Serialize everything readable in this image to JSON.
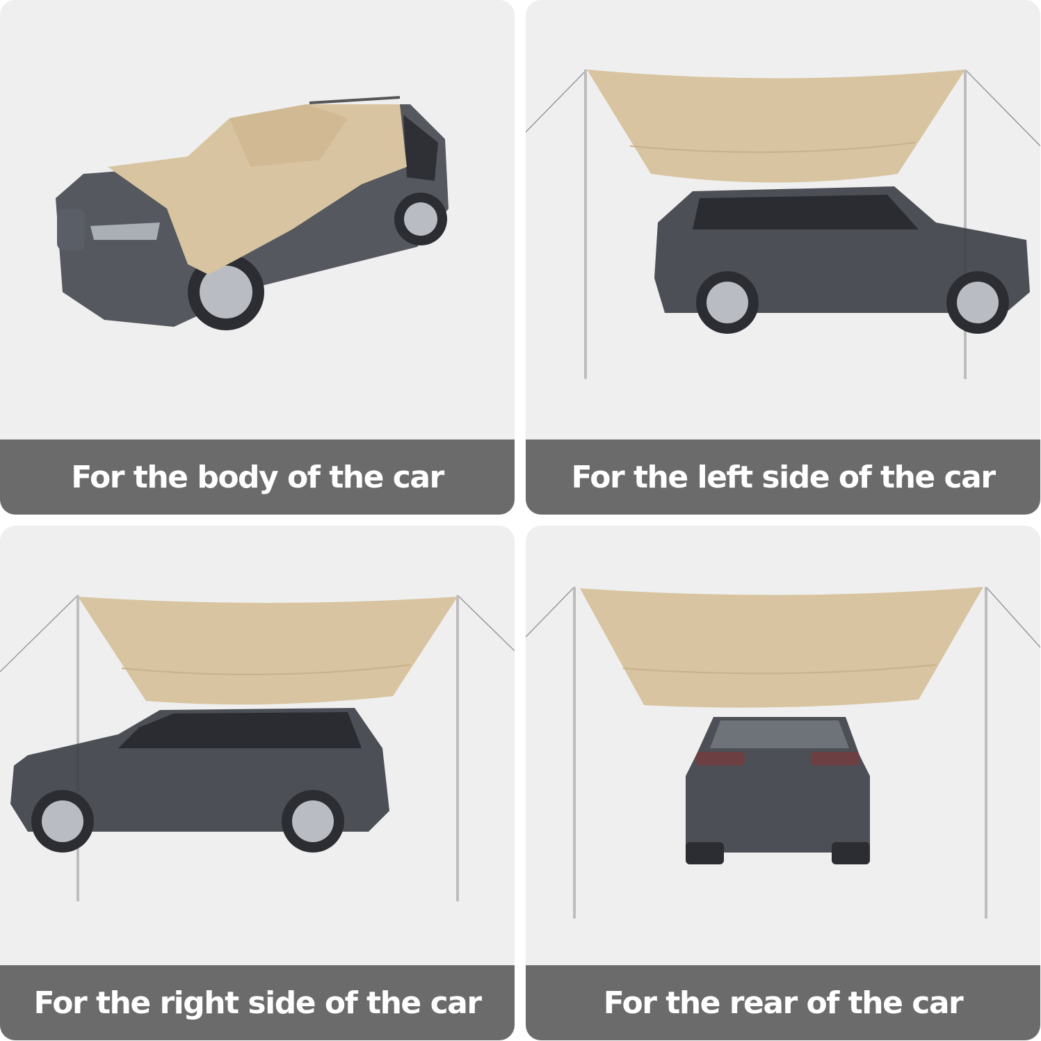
{
  "panels": [
    {
      "caption": "For the body of the car",
      "view": "body"
    },
    {
      "caption": "For the left side of the car",
      "view": "left-side"
    },
    {
      "caption": "For the right side of the car",
      "view": "right-side"
    },
    {
      "caption": "For the rear of the car",
      "view": "rear"
    }
  ],
  "colors": {
    "panel_bg": "#efefef",
    "caption_bg": "#6b6b6b",
    "caption_text": "#ffffff",
    "canopy": "#d8c4a0",
    "car_body": "#3a3d44"
  }
}
